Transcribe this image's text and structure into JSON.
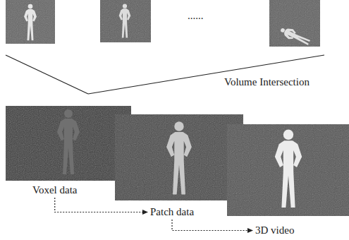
{
  "diagram": {
    "nodes": [
      {
        "text": [
          "Voxel data"
        ]
      },
      {
        "text": [
          "Patch data"
        ]
      },
      {
        "text": [
          "3D video"
        ]
      }
    ],
    "edges": [
      {
        "from": 0,
        "to": 1,
        "arrow": "to"
      },
      {
        "from": 1,
        "to": 2,
        "arrow": "to"
      }
    ],
    "labels": [
      "......",
      "Volume Intersection"
    ]
  }
}
